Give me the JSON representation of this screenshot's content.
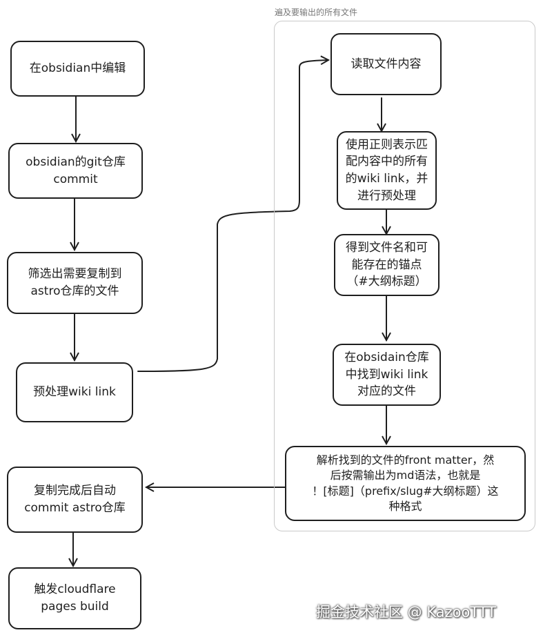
{
  "group": {
    "label": "遍及要输出的所有文件"
  },
  "nodes": {
    "edit_obsidian": "在obsidian中编辑",
    "obsidian_commit": "obsidian的git仓库\ncommit",
    "filter_files": "筛选出需要复制到\nastro仓库的文件",
    "preprocess_link": "预处理wiki link",
    "copy_commit": "复制完成后自动\ncommit astro仓库",
    "trigger_build": "触发cloudflare\npages build",
    "read_content": "读取文件内容",
    "regex_match": "使用正则表示匹\n配内容中的所有\n的wiki link，并\n进行预处理",
    "get_filename": "得到文件名和可\n能存在的锚点\n（#大纲标题）",
    "find_file": "在obsidain仓库\n中找到wiki link\n对应的文件",
    "parse_frontmatter": "解析找到的文件的front matter，然\n后按需输出为md语法，也就是\n！[标题]（prefix/slug#大纲标题）这\n种格式"
  },
  "watermark": "掘金技术社区 @ KazooTTT"
}
